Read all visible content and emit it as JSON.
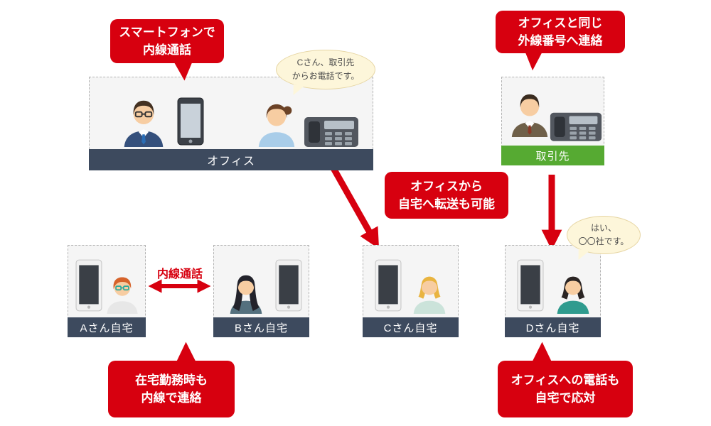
{
  "palette": {
    "accent_red": "#d7000f",
    "label_navy": "#3d4a5e",
    "label_green": "#56aa32",
    "bubble_cream": "#fdf6da"
  },
  "callouts": {
    "smartphone": {
      "line1": "スマートフォンで",
      "line2": "内線通話"
    },
    "outside_line": {
      "line1": "オフィスと同じ",
      "line2": "外線番号へ連絡"
    },
    "transfer": {
      "line1": "オフィスから",
      "line2": "自宅へ転送も可能"
    },
    "home_extension": {
      "line1": "在宅勤務時も",
      "line2": "内線で連絡"
    },
    "answer_at_home": {
      "line1": "オフィスへの電話も",
      "line2": "自宅で応対"
    }
  },
  "bubbles": {
    "office_call": {
      "line1": "Cさん、取引先",
      "line2": "からお電話です。"
    },
    "d_answer": {
      "line1": "はい、",
      "line2": "〇〇社です。"
    }
  },
  "groups": {
    "office": {
      "label": "オフィス"
    },
    "partner": {
      "label": "取引先"
    },
    "home_a": {
      "label": "Aさん自宅"
    },
    "home_b": {
      "label": "Bさん自宅"
    },
    "home_c": {
      "label": "Cさん自宅"
    },
    "home_d": {
      "label": "Dさん自宅"
    }
  },
  "arrows": {
    "extension_label": "内線通話"
  },
  "icons": {
    "office_smartphone": "smartphone-icon",
    "office_desk_phone": "desk-phone-icon",
    "partner_desk_phone": "desk-phone-icon",
    "home_devices": "home-phone-icon"
  }
}
